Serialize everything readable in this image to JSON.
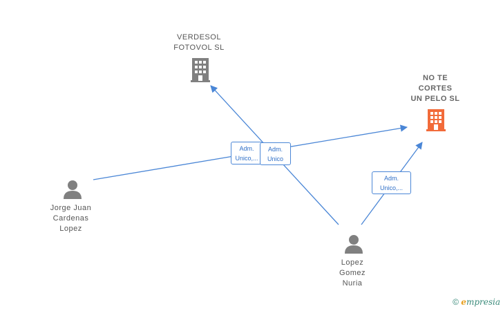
{
  "nodes": {
    "verdesol": {
      "label": "VERDESOL\nFOTOVOL  SL",
      "type": "company",
      "color": "#808080"
    },
    "notecortes": {
      "label": "NO TE\nCORTES\nUN PELO  SL",
      "type": "company",
      "color": "#f26b3a"
    },
    "jorge": {
      "label": "Jorge Juan\nCardenas\nLopez",
      "type": "person",
      "color": "#808080"
    },
    "lopez": {
      "label": "Lopez\nGomez\nNuria",
      "type": "person",
      "color": "#808080"
    }
  },
  "edges": [
    {
      "from": "jorge",
      "to": "notecortes",
      "label": "Adm.\nUnico,..."
    },
    {
      "from": "lopez",
      "to": "verdesol",
      "label": "Adm.\nUnico"
    },
    {
      "from": "lopez",
      "to": "notecortes",
      "label": "Adm.\nUnico,..."
    }
  ],
  "footer": {
    "copyright": "©",
    "brand_initial": "e",
    "brand_rest": "mpresia"
  },
  "colors": {
    "edge": "#4a86d6"
  }
}
